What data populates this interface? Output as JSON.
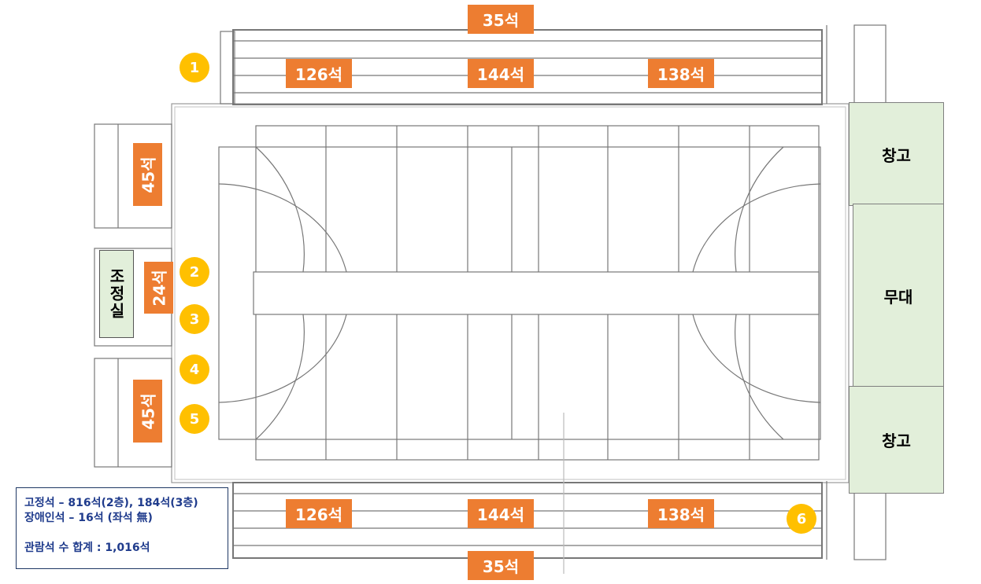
{
  "seat_labels": {
    "top_edge": "35석",
    "top_left": "126석",
    "top_center": "144석",
    "top_right": "138석",
    "bottom_left": "126석",
    "bottom_center": "144석",
    "bottom_right": "138석",
    "bottom_edge": "35석",
    "left_upper": "45석",
    "left_middle": "24석",
    "left_lower": "45석"
  },
  "gates": [
    "1",
    "2",
    "3",
    "4",
    "5",
    "6"
  ],
  "rooms": {
    "storage_top": "창고",
    "stage": "무대",
    "storage_bottom": "창고",
    "control_room": "조정실"
  },
  "info": {
    "fixed_seats": "고정석 – 816석(2층), 184석(3층)",
    "accessible_seats": "장애인석 – 16석 (좌석 無)",
    "total": "관람석 수 합계 : 1,016석"
  },
  "colors": {
    "badge": "#ed7d31",
    "gate": "#ffc000",
    "room": "#e2efda",
    "info_text": "#1f3b8c"
  }
}
